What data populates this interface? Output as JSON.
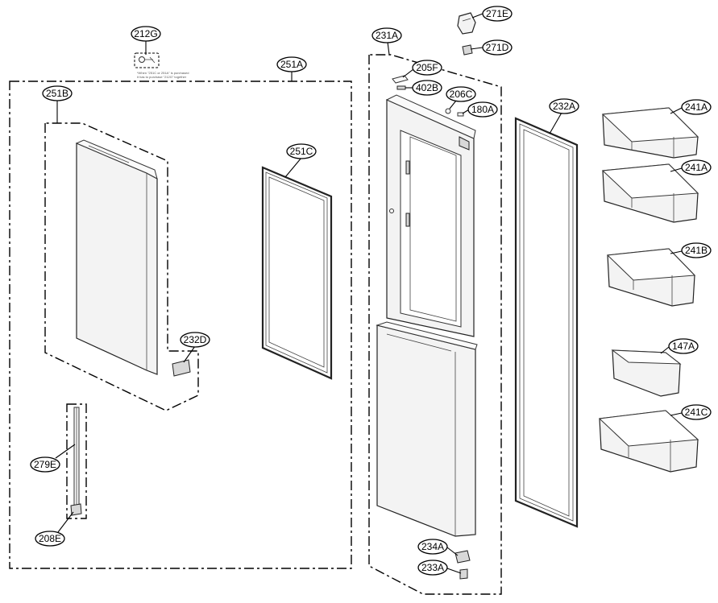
{
  "labels": {
    "l212G": "212G",
    "l251A": "251A",
    "l251B": "251B",
    "l251C": "251C",
    "l232D": "232D",
    "l279E": "279E",
    "l208E": "208E",
    "l231A": "231A",
    "l205F": "205F",
    "l402B": "402B",
    "l206C": "206C",
    "l180A": "180A",
    "l271E": "271E",
    "l271D": "271D",
    "l232A": "232A",
    "l234A": "234A",
    "l233A": "233A",
    "l241A_1": "241A",
    "l241A_2": "241A",
    "l241B": "241B",
    "l147A": "147A",
    "l241C": "241C"
  }
}
